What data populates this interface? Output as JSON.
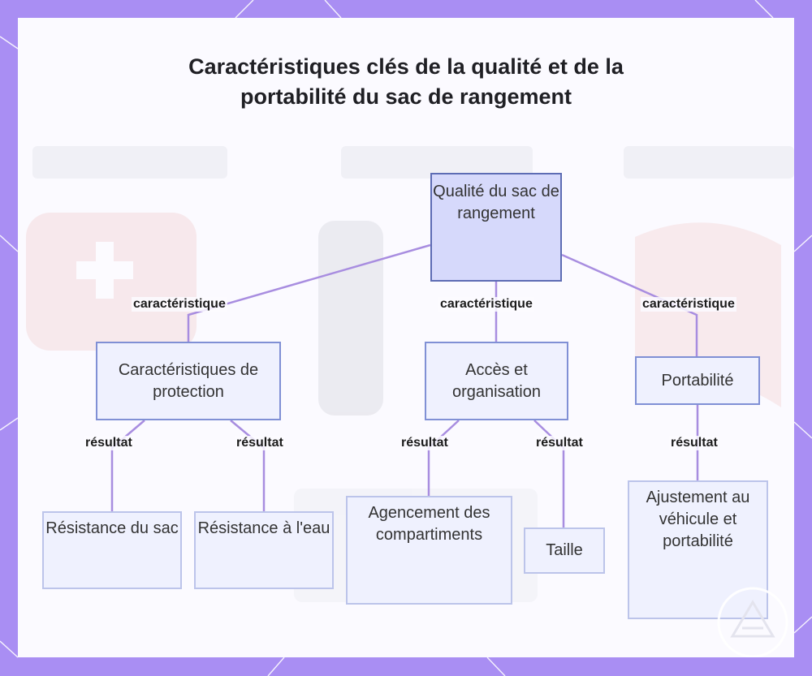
{
  "title": "Caractéristiques clés de la qualité et de la portabilité du sac de rangement",
  "nodes": {
    "root": "Qualité du sac de rangement",
    "protection": "Caractéristiques de protection",
    "acces": "Accès et organisation",
    "portabilite": "Portabilité",
    "resistance_sac": "Résistance du sac",
    "resistance_eau": "Résistance à l'eau",
    "agencement": "Agencement des compartiments",
    "taille": "Taille",
    "ajustement": "Ajustement au véhicule et portabilité"
  },
  "edge_labels": {
    "caracteristique": "caractéristique",
    "resultat": "résultat"
  },
  "colors": {
    "frame": "#a98ef3",
    "link": "#a88de0",
    "node_border": "#7d8ed6",
    "root_fill": "#d6d9fb"
  }
}
